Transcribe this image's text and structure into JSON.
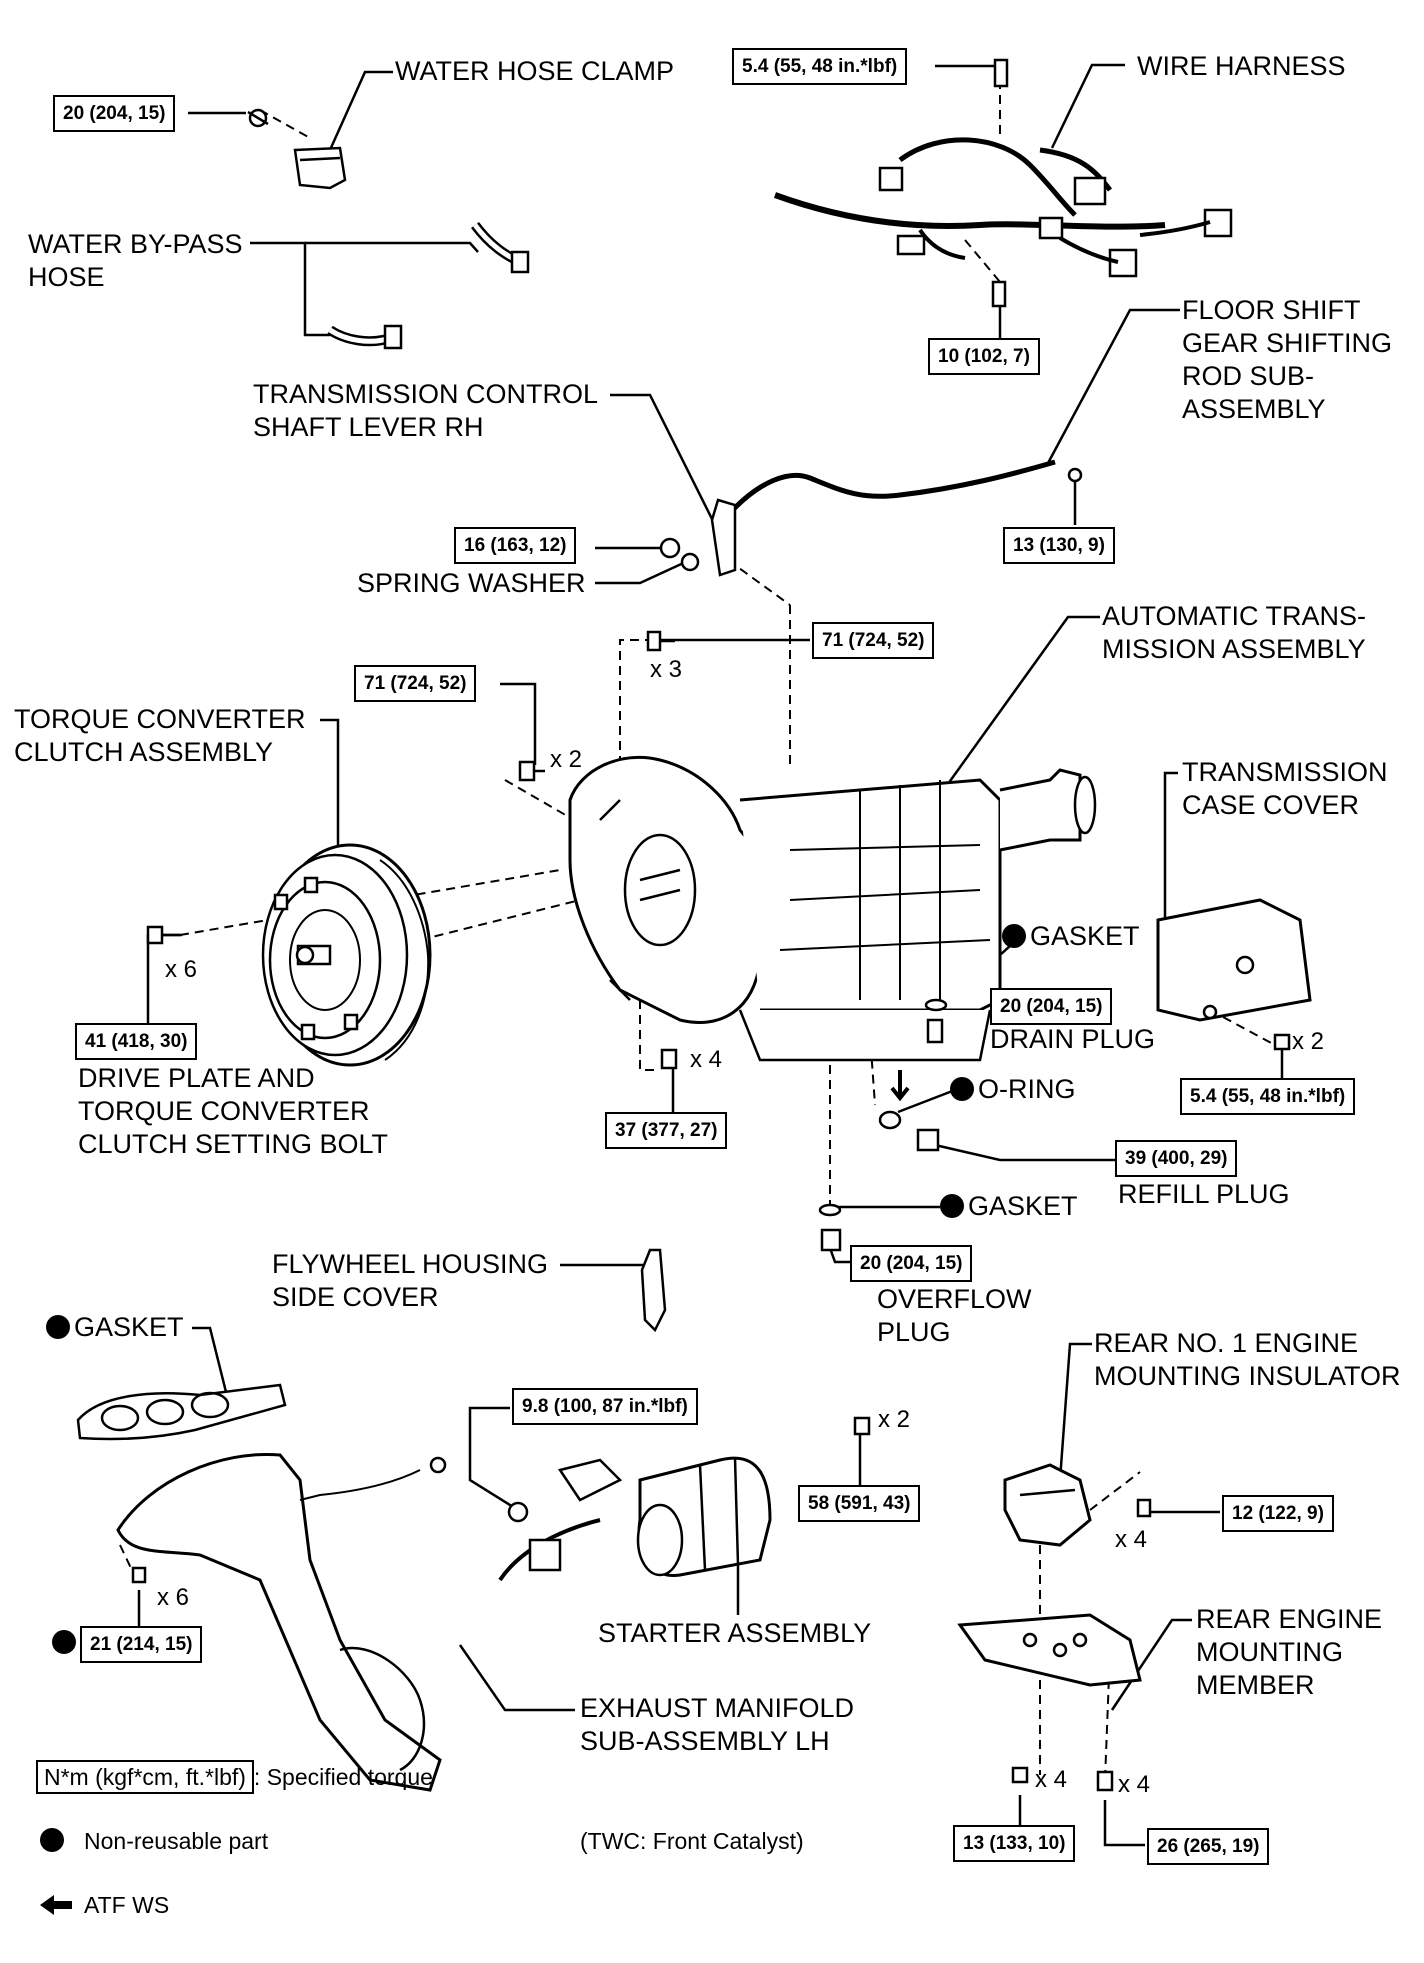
{
  "labels": {
    "water_hose_clamp": "WATER HOSE CLAMP",
    "water_bypass_hose": [
      "WATER BY-PASS",
      "HOSE"
    ],
    "wire_harness": "WIRE HARNESS",
    "floor_shift_rod": [
      "FLOOR SHIFT",
      "GEAR SHIFTING",
      "ROD SUB-",
      "ASSEMBLY"
    ],
    "trans_control_lever": [
      "TRANSMISSION CONTROL",
      "SHAFT LEVER RH"
    ],
    "spring_washer": "SPRING WASHER",
    "auto_trans_assembly": [
      "AUTOMATIC TRANS-",
      "MISSION ASSEMBLY"
    ],
    "torque_converter": [
      "TORQUE CONVERTER",
      "CLUTCH ASSEMBLY"
    ],
    "transmission_case_cover": [
      "TRANSMISSION",
      "CASE COVER"
    ],
    "gasket_drain": "GASKET",
    "drain_plug": "DRAIN PLUG",
    "o_ring": "O-RING",
    "drive_plate_bolt": [
      "DRIVE PLATE AND",
      "TORQUE CONVERTER",
      "CLUTCH SETTING BOLT"
    ],
    "refill_plug": "REFILL PLUG",
    "gasket_overflow": "GASKET",
    "overflow_plug": [
      "OVERFLOW",
      "PLUG"
    ],
    "flywheel_housing_cover": [
      "FLYWHEEL HOUSING",
      "SIDE COVER"
    ],
    "gasket_manifold": "GASKET",
    "rear_engine_insulator": [
      "REAR NO. 1 ENGINE",
      "MOUNTING INSULATOR"
    ],
    "starter_assembly": "STARTER ASSEMBLY",
    "rear_engine_member": [
      "REAR ENGINE",
      "MOUNTING",
      "MEMBER"
    ],
    "exhaust_manifold": [
      "EXHAUST MANIFOLD",
      "SUB-ASSEMBLY LH"
    ]
  },
  "torques": {
    "water_hose_clamp": "20 (204, 15)",
    "wire_harness_top": "5.4 (55, 48 in.*lbf)",
    "wire_harness_bottom": "10 (102, 7)",
    "lever_nut": "16 (163, 12)",
    "shift_rod_nut": "13 (130, 9)",
    "trans_top_bolts": "71 (724, 52)",
    "trans_side_bolts": "71 (724, 52)",
    "drive_plate_bolts": "41 (418, 30)",
    "drain_plug": "20 (204, 15)",
    "case_cover_bolts": "5.4 (55, 48 in.*lbf)",
    "trans_lower_bolts": "37 (377, 27)",
    "refill_plug": "39 (400, 29)",
    "overflow_plug": "20 (204, 15)",
    "starter_nut": "9.8 (100, 87 in.*lbf)",
    "starter_bolts": "58 (591, 43)",
    "insulator_bolts": "12 (122, 9)",
    "manifold_nuts": "21 (214, 15)",
    "member_nuts": "13 (133, 10)",
    "member_bolts": "26 (265, 19)"
  },
  "multipliers": {
    "x3": "x 3",
    "x2_trans": "x 2",
    "x6_tc": "x 6",
    "x2_cover": "x 2",
    "x4_trans": "x 4",
    "x2_starter": "x 2",
    "x4_insulator": "x 4",
    "x6_manifold": "x 6",
    "x4_member_nut": "x 4",
    "x4_member_bolt": "x 4"
  },
  "legend": {
    "torque_unit": "N*m (kgf*cm, ft.*lbf)",
    "torque_desc": ": Specified torque",
    "non_reusable": "Non-reusable part",
    "atf": "ATF WS",
    "catalyst_note": "(TWC: Front Catalyst)"
  },
  "colors": {
    "ink": "#000000",
    "paper": "#ffffff"
  }
}
